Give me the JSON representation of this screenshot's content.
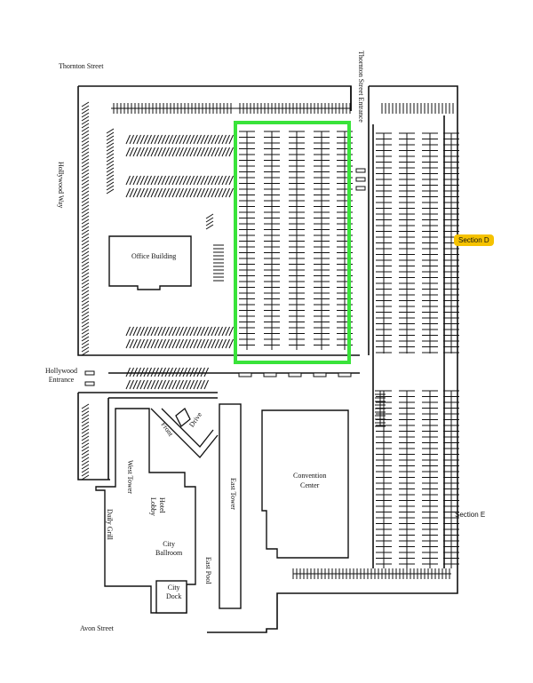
{
  "streets": {
    "thornton": "Thornton Street",
    "thornton_entrance": "Thornton Street Entrance",
    "hollywood_way": "Hollywood Way",
    "hollywood_entrance_line1": "Hollywood",
    "hollywood_entrance_line2": "Entrance",
    "avon": "Avon Street"
  },
  "buildings": {
    "office": "Office Building",
    "convention_line1": "Convention",
    "convention_line2": "Center",
    "west_tower": "West Tower",
    "east_tower": "East Tower",
    "hotel_lobby_line1": "Hotel",
    "hotel_lobby_line2": "Lobby",
    "daily_grill": "Daily Grill",
    "city_ballroom_line1": "City",
    "city_ballroom_line2": "Ballroom",
    "east_pool": "East Pool",
    "city_dock_line1": "City",
    "city_dock_line2": "Dock",
    "front_drive_1": "Front",
    "front_drive_2": "Drive"
  },
  "sections": {
    "d": "Section D",
    "e": "Section E"
  },
  "colors": {
    "highlight": "#39e33a",
    "section_d_bg": "#f5c200",
    "ink": "#111111"
  }
}
